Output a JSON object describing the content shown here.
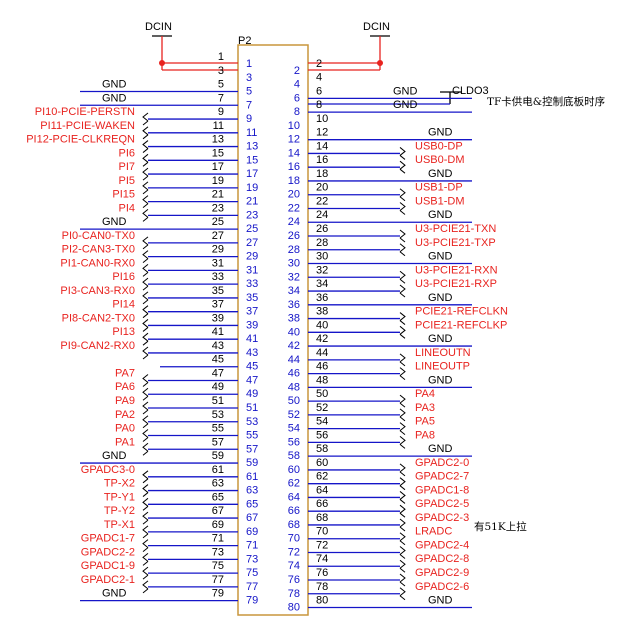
{
  "component": {
    "designator": "P2",
    "power_label": "DCIN",
    "ldo_label": "CLDO3",
    "ldo_note": "TF卡供电&控制底板时序",
    "lradc_note": "有51K上拉"
  },
  "pins": [
    {
      "pin": 1,
      "left": "",
      "right": ""
    },
    {
      "pin": 2,
      "left": "",
      "right": ""
    },
    {
      "pin": 3,
      "left": "",
      "right": ""
    },
    {
      "pin": 4,
      "left": "",
      "right": ""
    },
    {
      "pin": 5,
      "left": "GND",
      "right": ""
    },
    {
      "pin": 6,
      "left": "",
      "right": "GND"
    },
    {
      "pin": 7,
      "left": "GND",
      "right": ""
    },
    {
      "pin": 8,
      "left": "",
      "right": "GND"
    },
    {
      "pin": 9,
      "left": "PI10-PCIE-PERSTN",
      "right": ""
    },
    {
      "pin": 10,
      "left": "",
      "right": ""
    },
    {
      "pin": 11,
      "left": "PI11-PCIE-WAKEN",
      "right": ""
    },
    {
      "pin": 12,
      "left": "",
      "right": "GND"
    },
    {
      "pin": 13,
      "left": "PI12-PCIE-CLKREQN",
      "right": ""
    },
    {
      "pin": 14,
      "left": "",
      "right": "USB0-DP"
    },
    {
      "pin": 15,
      "left": "PI6",
      "right": ""
    },
    {
      "pin": 16,
      "left": "",
      "right": "USB0-DM"
    },
    {
      "pin": 17,
      "left": "PI7",
      "right": ""
    },
    {
      "pin": 18,
      "left": "",
      "right": "GND"
    },
    {
      "pin": 19,
      "left": "PI5",
      "right": ""
    },
    {
      "pin": 20,
      "left": "",
      "right": "USB1-DP"
    },
    {
      "pin": 21,
      "left": "PI15",
      "right": ""
    },
    {
      "pin": 22,
      "left": "",
      "right": "USB1-DM"
    },
    {
      "pin": 23,
      "left": "PI4",
      "right": ""
    },
    {
      "pin": 24,
      "left": "",
      "right": "GND"
    },
    {
      "pin": 25,
      "left": "GND",
      "right": ""
    },
    {
      "pin": 26,
      "left": "",
      "right": "U3-PCIE21-TXN"
    },
    {
      "pin": 27,
      "left": "PI0-CAN0-TX0",
      "right": ""
    },
    {
      "pin": 28,
      "left": "",
      "right": "U3-PCIE21-TXP"
    },
    {
      "pin": 29,
      "left": "PI2-CAN3-TX0",
      "right": ""
    },
    {
      "pin": 30,
      "left": "",
      "right": "GND"
    },
    {
      "pin": 31,
      "left": "PI1-CAN0-RX0",
      "right": ""
    },
    {
      "pin": 32,
      "left": "",
      "right": "U3-PCIE21-RXN"
    },
    {
      "pin": 33,
      "left": "PI16",
      "right": ""
    },
    {
      "pin": 34,
      "left": "",
      "right": "U3-PCIE21-RXP"
    },
    {
      "pin": 35,
      "left": "PI3-CAN3-RX0",
      "right": ""
    },
    {
      "pin": 36,
      "left": "",
      "right": "GND"
    },
    {
      "pin": 37,
      "left": "PI14",
      "right": ""
    },
    {
      "pin": 38,
      "left": "",
      "right": "PCIE21-REFCLKN"
    },
    {
      "pin": 39,
      "left": "PI8-CAN2-TX0",
      "right": ""
    },
    {
      "pin": 40,
      "left": "",
      "right": "PCIE21-REFCLKP"
    },
    {
      "pin": 41,
      "left": "PI13",
      "right": ""
    },
    {
      "pin": 42,
      "left": "",
      "right": "GND"
    },
    {
      "pin": 43,
      "left": "PI9-CAN2-RX0",
      "right": ""
    },
    {
      "pin": 44,
      "left": "",
      "right": "LINEOUTN"
    },
    {
      "pin": 45,
      "left": "",
      "right": ""
    },
    {
      "pin": 46,
      "left": "",
      "right": "LINEOUTP"
    },
    {
      "pin": 47,
      "left": "PA7",
      "right": ""
    },
    {
      "pin": 48,
      "left": "",
      "right": "GND"
    },
    {
      "pin": 49,
      "left": "PA6",
      "right": ""
    },
    {
      "pin": 50,
      "left": "",
      "right": "PA4"
    },
    {
      "pin": 51,
      "left": "PA9",
      "right": ""
    },
    {
      "pin": 52,
      "left": "",
      "right": "PA3"
    },
    {
      "pin": 53,
      "left": "PA2",
      "right": ""
    },
    {
      "pin": 54,
      "left": "",
      "right": "PA5"
    },
    {
      "pin": 55,
      "left": "PA0",
      "right": ""
    },
    {
      "pin": 56,
      "left": "",
      "right": "PA8"
    },
    {
      "pin": 57,
      "left": "PA1",
      "right": ""
    },
    {
      "pin": 58,
      "left": "",
      "right": "GND"
    },
    {
      "pin": 59,
      "left": "GND",
      "right": ""
    },
    {
      "pin": 60,
      "left": "",
      "right": "GPADC2-0"
    },
    {
      "pin": 61,
      "left": "GPADC3-0",
      "right": ""
    },
    {
      "pin": 62,
      "left": "",
      "right": "GPADC2-7"
    },
    {
      "pin": 63,
      "left": "TP-X2",
      "right": ""
    },
    {
      "pin": 64,
      "left": "",
      "right": "GPADC1-8"
    },
    {
      "pin": 65,
      "left": "TP-Y1",
      "right": ""
    },
    {
      "pin": 66,
      "left": "",
      "right": "GPADC2-5"
    },
    {
      "pin": 67,
      "left": "TP-Y2",
      "right": ""
    },
    {
      "pin": 68,
      "left": "",
      "right": "GPADC2-3"
    },
    {
      "pin": 69,
      "left": "TP-X1",
      "right": ""
    },
    {
      "pin": 70,
      "left": "",
      "right": "LRADC"
    },
    {
      "pin": 71,
      "left": "GPADC1-7",
      "right": ""
    },
    {
      "pin": 72,
      "left": "",
      "right": "GPADC2-4"
    },
    {
      "pin": 73,
      "left": "GPADC2-2",
      "right": ""
    },
    {
      "pin": 74,
      "left": "",
      "right": "GPADC2-8"
    },
    {
      "pin": 75,
      "left": "GPADC1-9",
      "right": ""
    },
    {
      "pin": 76,
      "left": "",
      "right": "GPADC2-9"
    },
    {
      "pin": 77,
      "left": "GPADC2-1",
      "right": ""
    },
    {
      "pin": 78,
      "left": "",
      "right": "GPADC2-6"
    },
    {
      "pin": 79,
      "left": "GND",
      "right": ""
    },
    {
      "pin": 80,
      "left": "",
      "right": "GND"
    }
  ],
  "colors": {
    "net_label": "#e8231f",
    "gnd_label": "#000000",
    "pin_number": "#1515c8",
    "wire": "#1515c8",
    "box": "#c8963c",
    "junction": "#e8231f"
  }
}
